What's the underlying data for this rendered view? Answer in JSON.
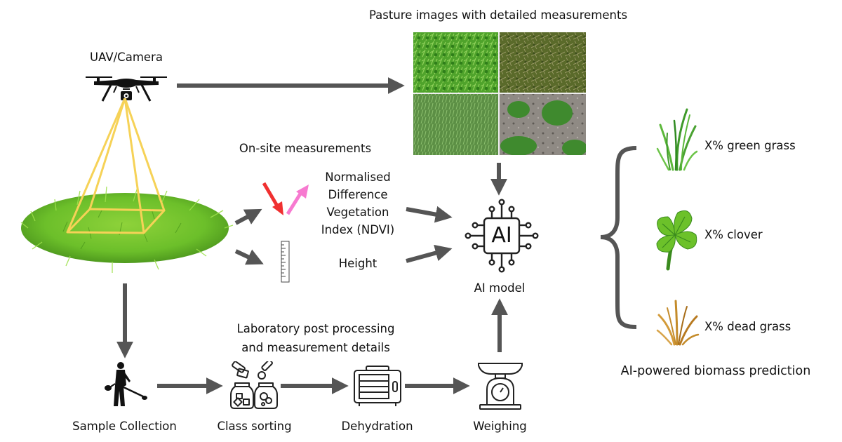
{
  "title": "Pasture biomass estimation workflow",
  "nodes": {
    "uav": {
      "label": "UAV/Camera",
      "icon": "drone-icon"
    },
    "pasture_images": {
      "label": "Pasture images with detailed measurements",
      "icon": "pasture-photo-grid"
    },
    "onsite": {
      "label": "On-site measurements"
    },
    "ndvi": {
      "label_lines": [
        "Normalised",
        "Difference",
        "Vegetation",
        "Index (NDVI)"
      ],
      "icon": "light-reflection-icon"
    },
    "height": {
      "label": "Height",
      "icon": "ruler-icon"
    },
    "ai_model": {
      "label": "AI model",
      "chip_text": "AI",
      "icon": "ai-chip-icon"
    },
    "lab": {
      "label_lines": [
        "Laboratory post processing",
        "and measurement details"
      ]
    },
    "sample_collection": {
      "label": "Sample Collection",
      "icon": "person-trimmer-icon"
    },
    "class_sorting": {
      "label": "Class sorting",
      "icon": "sorting-jars-icon"
    },
    "dehydration": {
      "label": "Dehydration",
      "icon": "oven-icon"
    },
    "weighing": {
      "label": "Weighing",
      "icon": "scale-icon"
    },
    "pasture_plot": {
      "icon": "grass-patch-icon"
    }
  },
  "outputs": {
    "items": [
      {
        "label": "X% green grass",
        "icon": "green-grass-icon"
      },
      {
        "label": "X% clover",
        "icon": "clover-icon"
      },
      {
        "label": "X% dead grass",
        "icon": "dead-grass-icon"
      }
    ],
    "caption": "AI-powered biomass prediction"
  },
  "colors": {
    "arrow": "#555555",
    "frustum": "#f6d257",
    "ndvi_in": "#f03030",
    "ndvi_out": "#f77ad0",
    "grass": "#6cbf2a"
  }
}
